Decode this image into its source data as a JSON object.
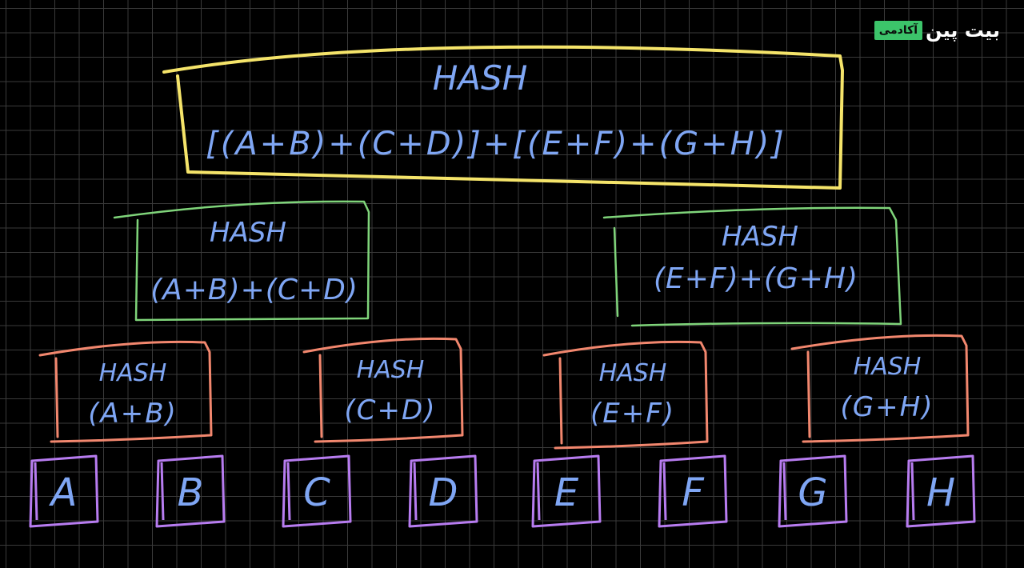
{
  "brand": {
    "badge": "آکادمی",
    "name": "بیت پین"
  },
  "colors": {
    "root": "#f5e46a",
    "level2": "#7fd47a",
    "level3": "#f2876e",
    "leaf": "#b77cf0",
    "text": "#7fa6f4"
  },
  "tree": {
    "root": {
      "label": "HASH",
      "formula": "[(A+B)+(C+D)]+[(E+F)+(G+H)]"
    },
    "branches": [
      {
        "label": "HASH",
        "formula": "(A+B)+(C+D)"
      },
      {
        "label": "HASH",
        "formula": "(E+F)+(G+H)"
      }
    ],
    "pairs": [
      {
        "label": "HASH",
        "formula": "(A+B)"
      },
      {
        "label": "HASH",
        "formula": "(C+D)"
      },
      {
        "label": "HASH",
        "formula": "(E+F)"
      },
      {
        "label": "HASH",
        "formula": "(G+H)"
      }
    ],
    "leaves": [
      "A",
      "B",
      "C",
      "D",
      "E",
      "F",
      "G",
      "H"
    ]
  }
}
